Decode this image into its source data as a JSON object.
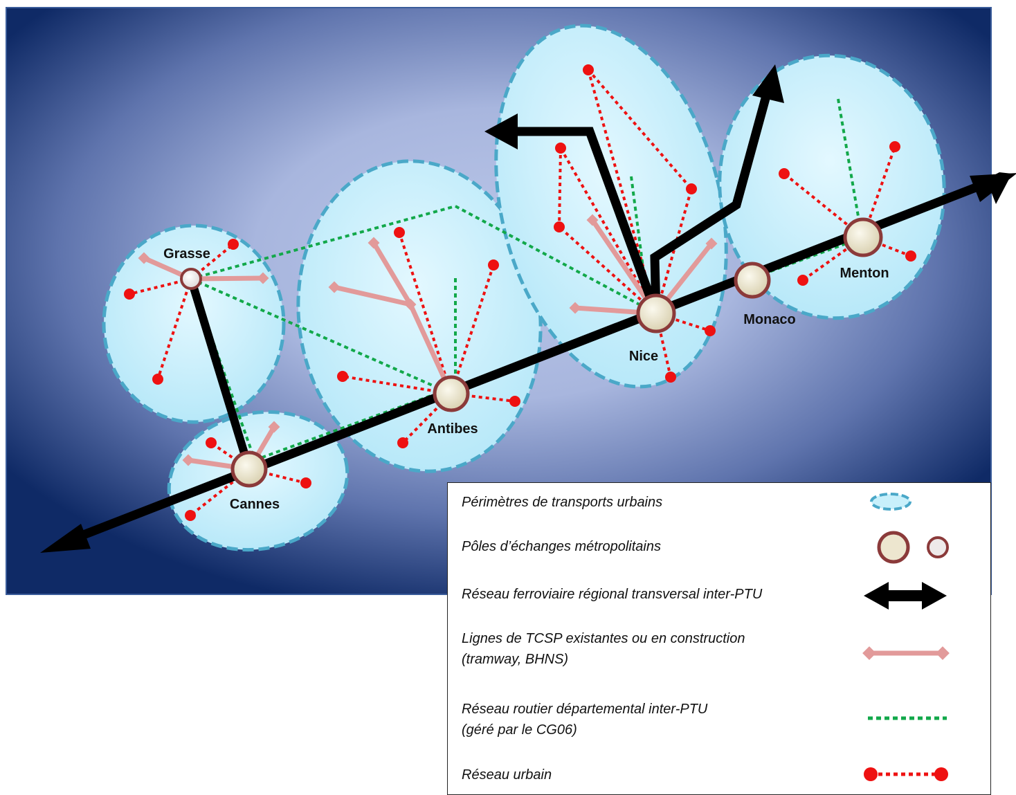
{
  "cities": {
    "grasse": "Grasse",
    "cannes": "Cannes",
    "antibes": "Antibes",
    "nice": "Nice",
    "monaco": "Monaco",
    "menton": "Menton"
  },
  "legend": {
    "items": [
      {
        "label": "Périmètres de transports urbains",
        "symbol": "dashed-ellipse-icon"
      },
      {
        "label": "Pôles d’échanges métropolitains",
        "symbol": "hub-circles-icon"
      },
      {
        "label": "Réseau ferroviaire régional transversal inter-PTU",
        "symbol": "double-arrow-icon"
      },
      {
        "label_line1": "Lignes de TCSP existantes ou en construction",
        "label_line2": "(tramway, BHNS)",
        "symbol": "pink-line-icon"
      },
      {
        "label_line1": "Réseau routier départemental inter-PTU",
        "label_line2": "(géré par le CG06)",
        "symbol": "green-dotted-line-icon"
      },
      {
        "label": "Réseau urbain",
        "symbol": "red-dotted-line-icon"
      }
    ]
  },
  "colors": {
    "background_center": "#b7c4e6",
    "background_edge": "#0f2a66",
    "perimeter_fill": "#c8f0fb",
    "perimeter_stroke": "#4aa8c8",
    "hub_fill": "#ede6cf",
    "hub_stroke": "#8b3a3a",
    "rail": "#000000",
    "tcsp": "#e29a9a",
    "road": "#12a84a",
    "urban": "#ee1111"
  }
}
